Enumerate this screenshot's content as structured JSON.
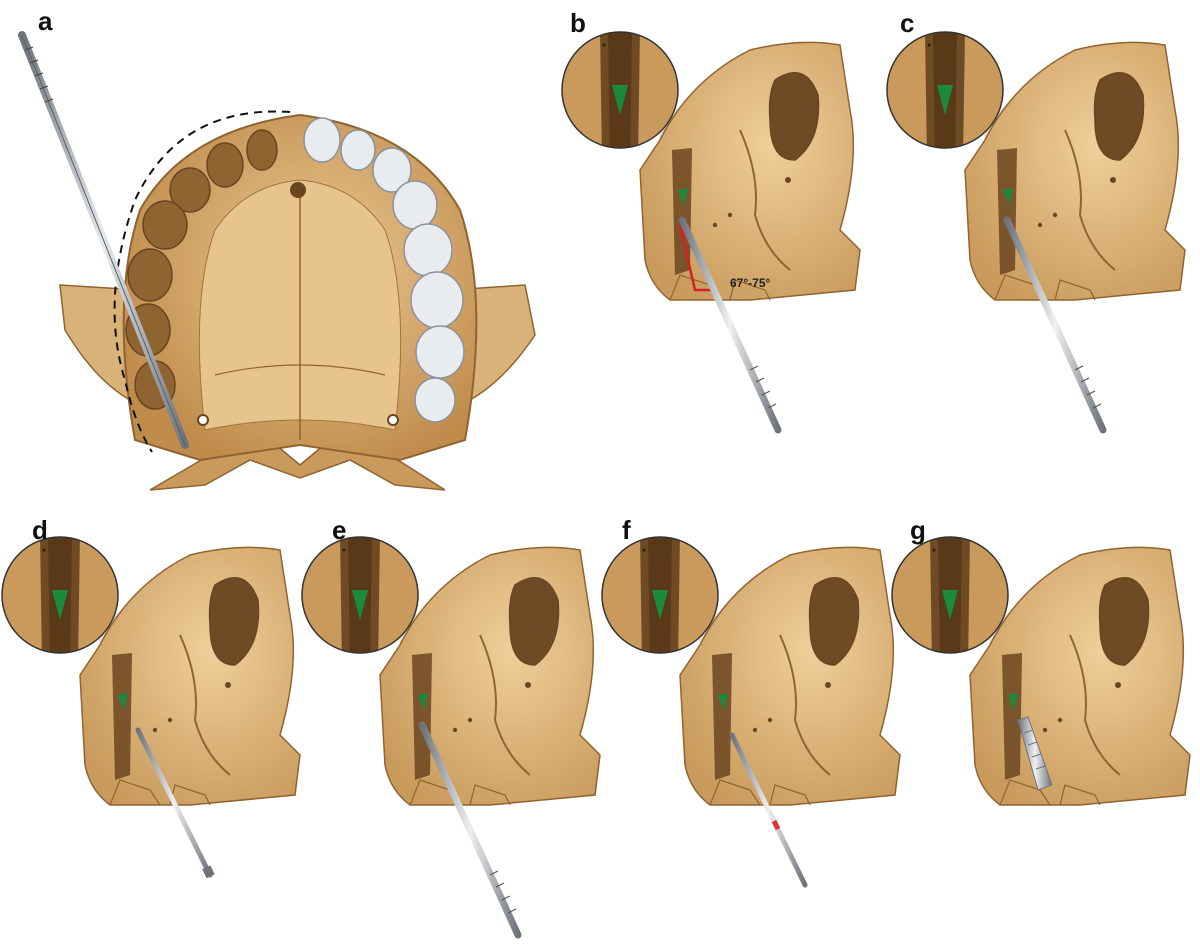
{
  "colors": {
    "bone_light": "#e2bd86",
    "bone_mid": "#c99a5c",
    "bone_dark": "#8f6430",
    "bone_shadow": "#6b4520",
    "cavity": "#6e4a25",
    "tooth": "#e9ecef",
    "tooth_shade": "#b9c0c8",
    "steel": "#b3b8bd",
    "steel_dark": "#6d7379",
    "marker_green": "#1a8a3c",
    "angle_red": "#d62020",
    "tip_red": "#e03030"
  },
  "panels": [
    {
      "id": "a",
      "label": "a",
      "kind": "palate-occlusal-view"
    },
    {
      "id": "b",
      "label": "b",
      "kind": "lateral-maxilla",
      "tool": "probe-long",
      "angle_label": "67°-75°"
    },
    {
      "id": "c",
      "label": "c",
      "kind": "lateral-maxilla",
      "tool": "probe-long"
    },
    {
      "id": "d",
      "label": "d",
      "kind": "lateral-maxilla",
      "tool": "drill-short"
    },
    {
      "id": "e",
      "label": "e",
      "kind": "lateral-maxilla",
      "tool": "probe-long"
    },
    {
      "id": "f",
      "label": "f",
      "kind": "lateral-maxilla",
      "tool": "drill-red-mark"
    },
    {
      "id": "g",
      "label": "g",
      "kind": "lateral-maxilla",
      "tool": "implant"
    }
  ]
}
